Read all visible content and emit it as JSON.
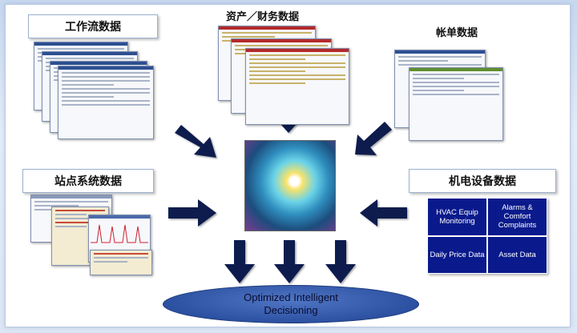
{
  "labels": {
    "workflow": "工作流数据",
    "assets_finance": "资产／财务数据",
    "billing": "帐单数据",
    "site_system": "站点系统数据",
    "mep_equipment": "机电设备数据"
  },
  "mep_grid": [
    "HVAC Equip Monitoring",
    "Alarms & Comfort Complaints",
    "Daily Price Data",
    "Asset Data"
  ],
  "decision": "Optimized Intelligent\nDecisioning",
  "colors": {
    "arrow": "#0d1a4d",
    "grid_cell": "#0a1a8c",
    "ellipse": "#2a4e9f"
  }
}
